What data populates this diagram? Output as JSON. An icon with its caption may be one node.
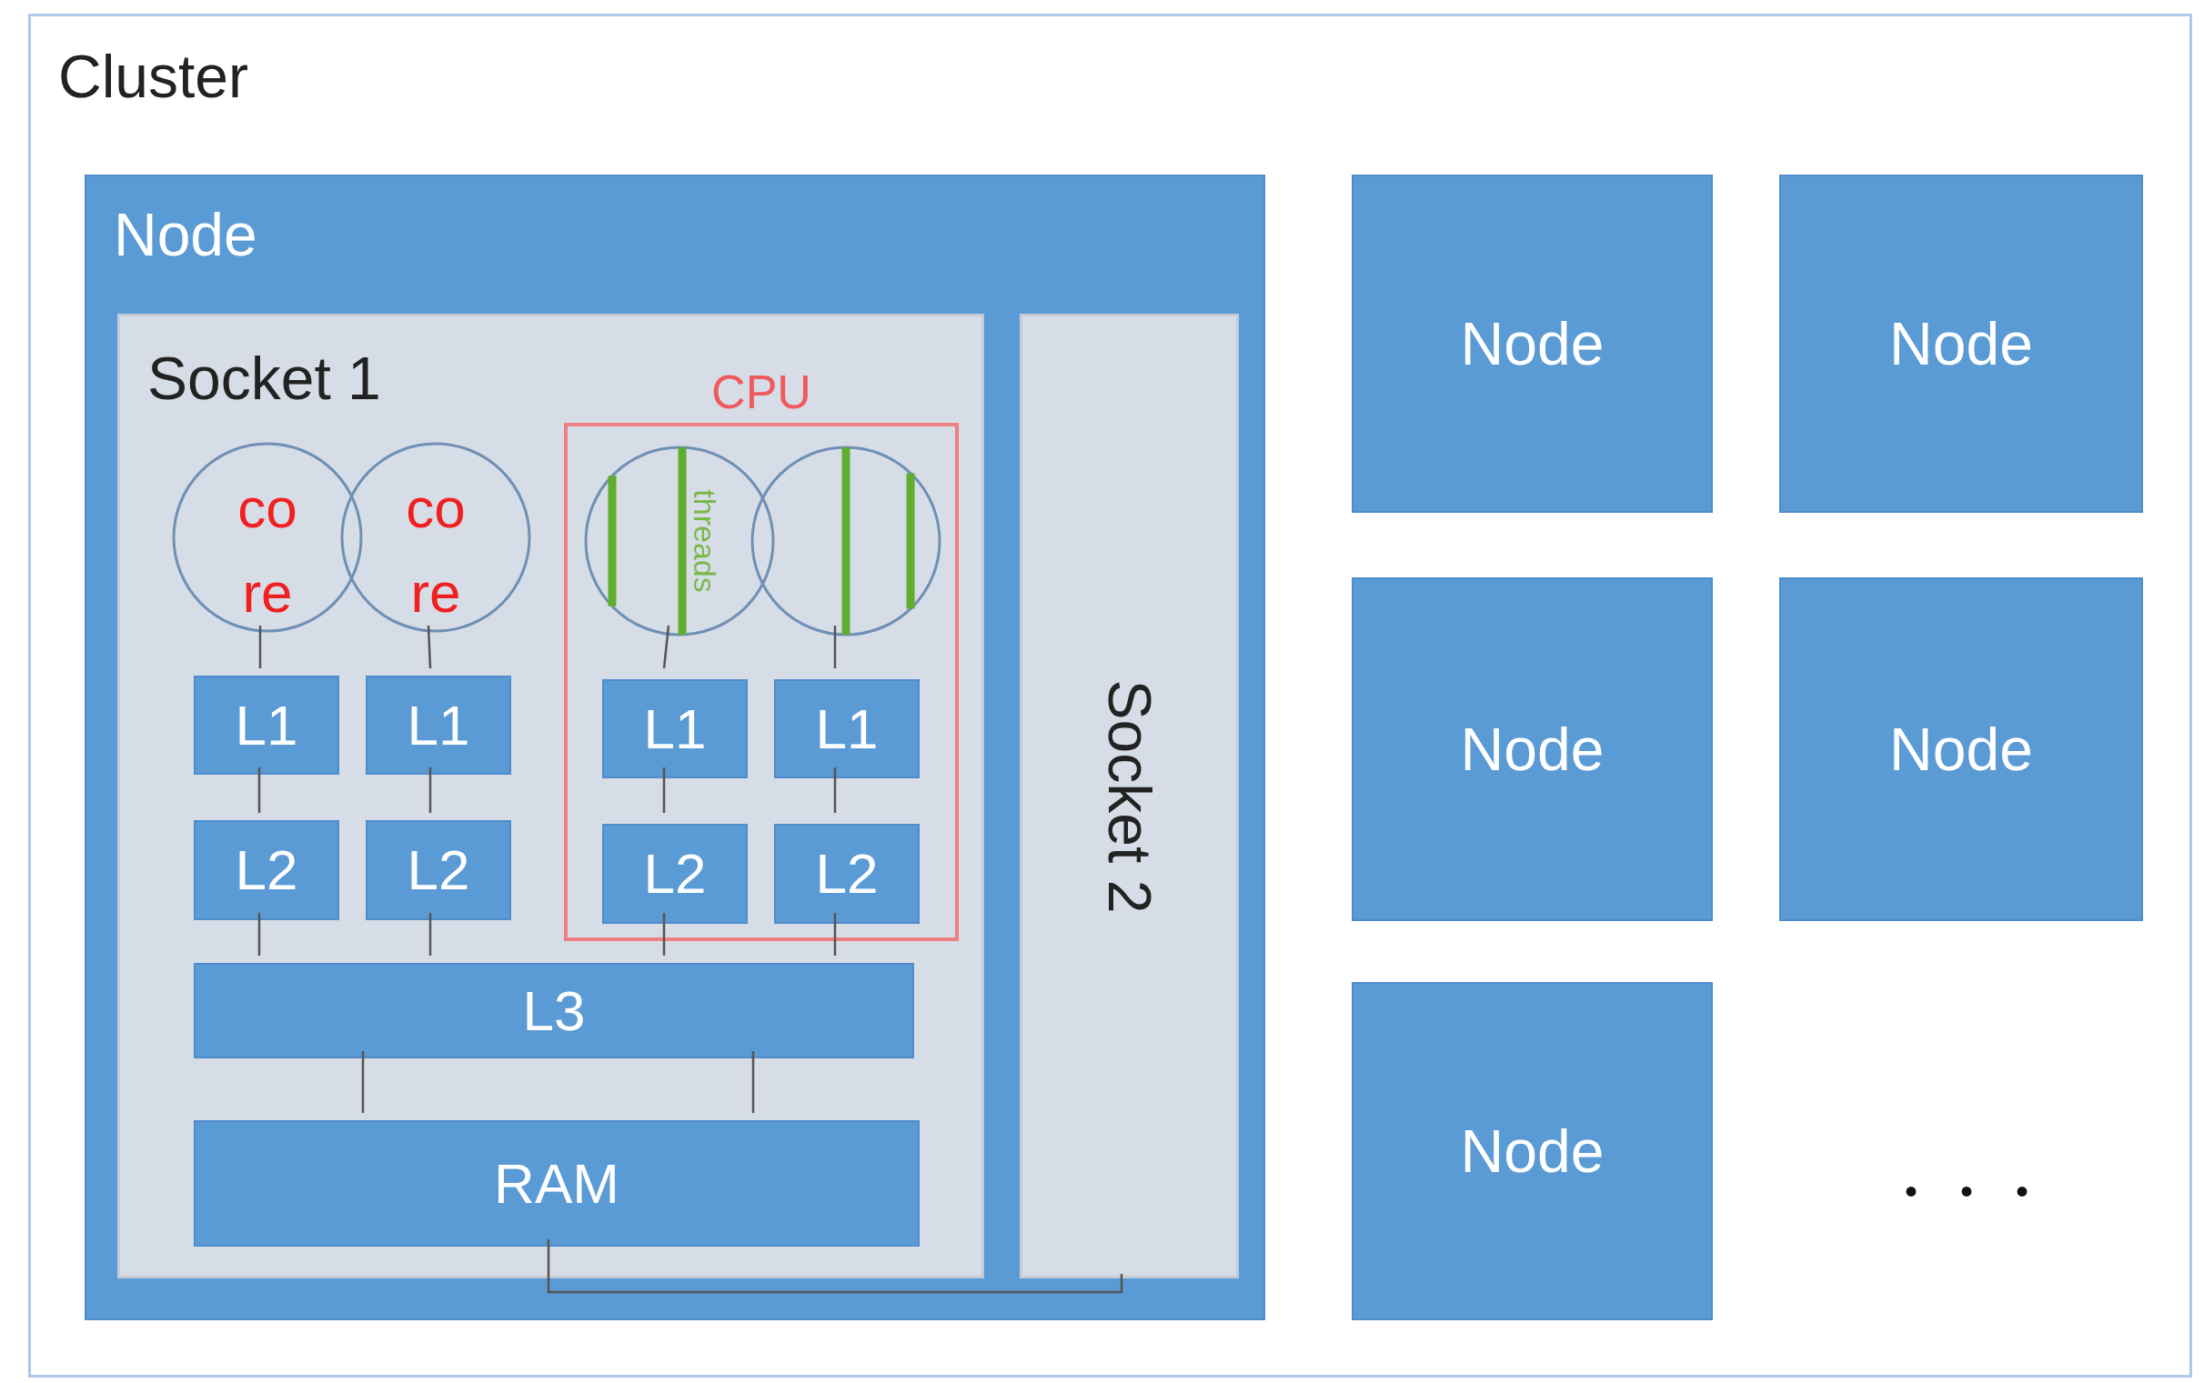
{
  "diagram": {
    "nodes": [
      {
        "text": [
          "Cluster"
        ]
      },
      {
        "text": [
          "Node"
        ],
        "in": 0
      },
      {
        "text": [
          "Socket 1"
        ],
        "in": 1
      },
      {
        "text": [
          "co re"
        ],
        "in": 2
      },
      {
        "text": [
          "co re"
        ],
        "in": 2
      },
      {
        "text": [
          "CPU"
        ],
        "in": 2
      },
      {
        "text": [
          "threads"
        ],
        "in": 5
      },
      {
        "text": [],
        "shape": "circle",
        "in": 5
      },
      {
        "text": [
          "L1"
        ],
        "in": 2
      },
      {
        "text": [
          "L1"
        ],
        "in": 2
      },
      {
        "text": [
          "L1"
        ],
        "in": 5
      },
      {
        "text": [
          "L1"
        ],
        "in": 5
      },
      {
        "text": [
          "L2"
        ],
        "in": 2
      },
      {
        "text": [
          "L2"
        ],
        "in": 2
      },
      {
        "text": [
          "L2"
        ],
        "in": 5
      },
      {
        "text": [
          "L2"
        ],
        "in": 5
      },
      {
        "text": [
          "L3"
        ],
        "in": 2
      },
      {
        "text": [
          "RAM"
        ],
        "in": 2
      },
      {
        "text": [
          "Socket 2"
        ],
        "in": 1
      },
      {
        "text": [
          "Node"
        ],
        "in": 0
      },
      {
        "text": [
          "Node"
        ],
        "in": 0
      },
      {
        "text": [
          "Node"
        ],
        "in": 0
      },
      {
        "text": [
          "Node"
        ],
        "in": 0
      },
      {
        "text": [
          "Node"
        ],
        "in": 0
      }
    ],
    "edges": [
      {
        "from": 3,
        "to": 8,
        "arrow": "none"
      },
      {
        "from": 4,
        "to": 9,
        "arrow": "none"
      },
      {
        "from": 6,
        "to": 10,
        "arrow": "none"
      },
      {
        "from": 7,
        "to": 11,
        "arrow": "none"
      },
      {
        "from": 8,
        "to": 12,
        "arrow": "none"
      },
      {
        "from": 9,
        "to": 13,
        "arrow": "none"
      },
      {
        "from": 10,
        "to": 14,
        "arrow": "none"
      },
      {
        "from": 11,
        "to": 15,
        "arrow": "none"
      },
      {
        "from": 12,
        "to": 16,
        "arrow": "none"
      },
      {
        "from": 13,
        "to": 16,
        "arrow": "none"
      },
      {
        "from": 14,
        "to": 16,
        "arrow": "none"
      },
      {
        "from": 15,
        "to": 16,
        "arrow": "none"
      },
      {
        "from": 16,
        "to": 17,
        "arrow": "none"
      },
      {
        "from": 16,
        "to": 17,
        "arrow": "none"
      },
      {
        "from": 17,
        "to": 18,
        "arrow": "none"
      }
    ],
    "labels": [
      "• • •"
    ]
  }
}
